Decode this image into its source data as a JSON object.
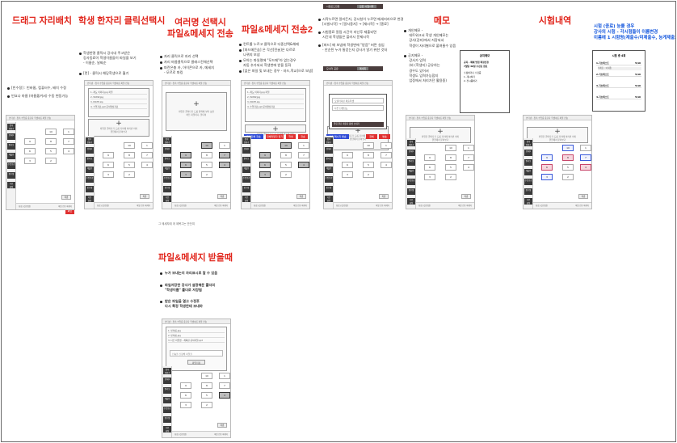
{
  "headings": {
    "drag": "드래그 자리배치",
    "student_click": "학생 한자리 클릭선택시",
    "multi": "여러명 선택시\n파일&메세지 전송",
    "file2": "파일&메세지 전송2",
    "memo": "메모",
    "exam": "시험내역",
    "receive": "파일&메세지 받을때"
  },
  "notes": {
    "drag": [
      "[빈수정] : 빈바뀜, 컴퓨터수, 배치 수정",
      "빈요나 마름 (마름옮겨서) 수동 변동가능"
    ],
    "student_click": [
      "학생한명 클릭시 강사내 주고받은\n강사동료이 학생이름들이 파일을 보기\n- 이름순, 날짜순",
      "[먼] - 클릭시 해당학생으로 뭘기"
    ],
    "multi": [
      "자리 클릭으로 자리 선택",
      "자리 마름클릭으로 클래스전체선택",
      "파란은충 카, 아이콘으로 카, 메세지\n- 모르로 파킹"
    ],
    "file2": [
      "컨트롤 누르고 클릭으로 다중선택&해제",
      "[파드메든숨] 은 각선[전술]은 다르로\n나뀌지 보냄",
      "모아는 파일명에 \"모드메\"라 없는경우\n자동 추가되서 학생변에 받을 동화",
      "[없은 파일 및 보내는 경우 - 자드,학교]으로 보냄]"
    ],
    "msg": [
      "시작누르면 알리든지, 강시청이 누르면 메세지라으로 변경\n[시발시작] → [알시중지] → [재시작] → [종료]",
      "시험종료 알림 시간이 지난후 제출되면\n시간내 학생들은 플러시 문제시작",
      "[파드] 메 보냄에 학생변에 \"받음\" 버튼 실임\n- 안순된 누가 통얻는지 강사가 알기 위한 것처"
    ],
    "memo": [
      "개인메모 -\n 데트워크서 학생 개인메모는\n 강사(강좌)에서 저장되서\n 학생이 자리별으로 붙여줄수 있음",
      "공지메모 -\n 강사가 입력\n (바 (학생지) 공유하는\n 경우도 있어서\n 학생도 입력가능합지\n 업정에서 처리가던 활용중)"
    ],
    "receive": [
      "누가 보내는지 자리표시로 알 수 있음",
      "파일저장한 강사가 설정해둔 폴더의\n\"학생이름\" 폴더로 저장됨",
      "받은 파일을 열고 수정후\n다시 특정 학생한테 보내야"
    ],
    "exam": "시험 (종료) 능률 경우\n강사의 시험 - 각시험들이 이름변경\n이름에 1 시험명(제출수/미제출수, 능게제출3)",
    "center_small": "그 메세지에 게 제목그는 안단여"
  },
  "phone": {
    "header": "인터넷 : 접속 수업중 중요자   학생이름  파일 전송",
    "sidebar": [
      "접속\n전환기",
      "전체1",
      "알리오",
      "제출전",
      "수업종료",
      "빈수정",
      "기본\n설정"
    ],
    "seats": [
      "1",
      "2",
      "3",
      "4",
      "5",
      "6",
      "7",
      "8",
      "9",
      "10"
    ],
    "footer_left": "화상교실(연결)",
    "footer_right": "파일 전송  메세지",
    "bottom_right": "최종"
  },
  "dropzone": {
    "text": "파일을 끌어다가 드롭 영역에 넣어 보낼\n버튼 파일이나, 폴더이",
    "text2": "파일을 끌어다가 드롭 자리에 여러번 아이\n클립에서 붙여넣기"
  },
  "file_list": {
    "rows": [
      "1. 제도 이미지.jpg 파일",
      "2. WWW.jpg",
      "3. MATH.zip",
      "4. 수업자료.ppt 문서영상자료"
    ],
    "send_blue": "파일전체 전송",
    "send_red1": "전체파일다 열기",
    "send_red2": "학생",
    "send_red3": "전송"
  },
  "msg_panel": {
    "top_btn_left": "시험모드전환",
    "top_btn_right": "모든 시험시작",
    "mid_btn_left": "모니터 공유",
    "mid_btn_right": "메세지",
    "dialog_placeholder": "오랜기다린 제출학생",
    "dialog_text": "다른 선생님도",
    "dialog_bottom": "알림 완료  제출다 활성  보내기",
    "red_a": "반출 메시지 발송",
    "red_b": "전체",
    "red_c": "발송"
  },
  "memo_popup": {
    "title": "공지메모",
    "line1": "공지 - 폐쇄 방침 확정신청",
    "line2": "7월달 30일 수강료 완료",
    "line3": "수정하거나 수집중",
    "item1": "1. 개시하기",
    "item2": "2. 전시종하기"
  },
  "exam_popup": {
    "title": "시험 총 4회",
    "rows": [
      "1.기초테스트",
      "2.기초테스트",
      "3.기초테스트",
      "4.기초테스트"
    ],
    "score": "5/10",
    "sub": "미제출 : 이세종"
  },
  "receive_panel": {
    "rows": [
      "1. 빈이름.jpg",
      "2. 빈이름.jpg",
      "3. 다른 파일명 - 제목된 문서파일.ppt"
    ],
    "input": "전송을 신청해 파일을",
    "btn": "파일저장"
  },
  "confirm_button": "확인",
  "colors": {
    "red": "#e1251b",
    "blue": "#1155dd",
    "dark": "#4a3d3d"
  }
}
